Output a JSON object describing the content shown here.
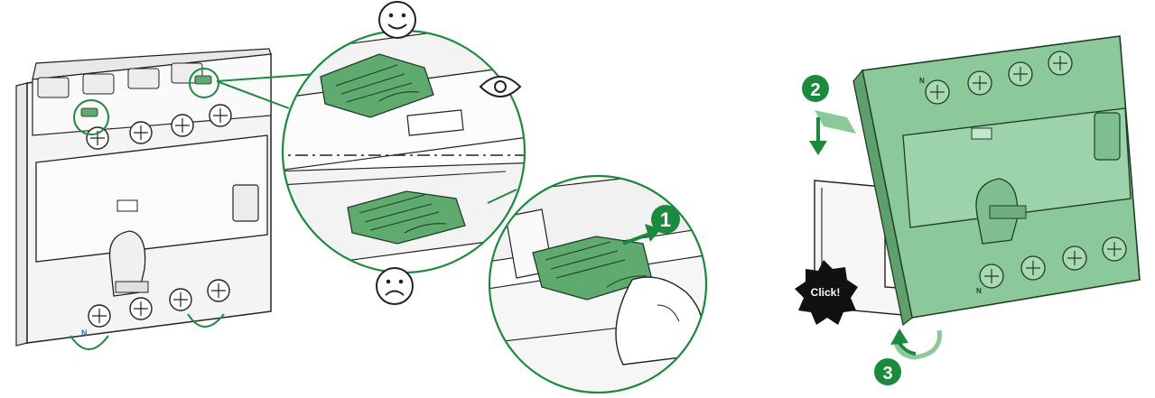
{
  "colors": {
    "accent_green": "#1b8a3e",
    "clip_green": "#5faa6e",
    "module_green": "#8cc99a",
    "module_green_dark": "#5e9f6c",
    "line": "#1f1f1f",
    "grey_light": "#f2f2f2",
    "grey_mid": "#cfcfcf",
    "badge": "#111111"
  },
  "steps": [
    {
      "number": "1"
    },
    {
      "number": "2"
    },
    {
      "number": "3"
    }
  ],
  "badge": {
    "text": "Click!"
  },
  "terminal_mark": "N",
  "icons": [
    "happy-face-icon",
    "sad-face-icon",
    "eye-icon"
  ]
}
